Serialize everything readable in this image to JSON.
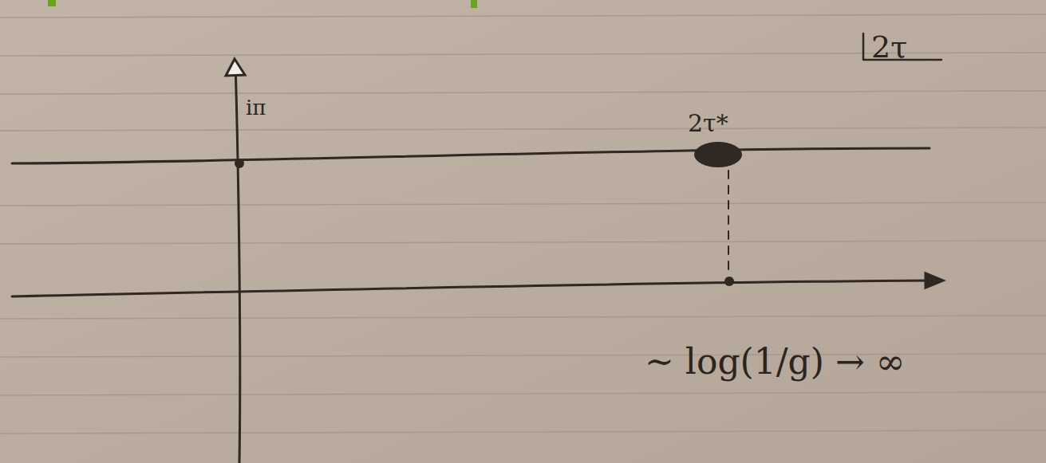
{
  "diagram": {
    "labels": [
      "2τ",
      "iπ",
      "2τ*",
      "~ log(1/g) → ∞"
    ]
  }
}
